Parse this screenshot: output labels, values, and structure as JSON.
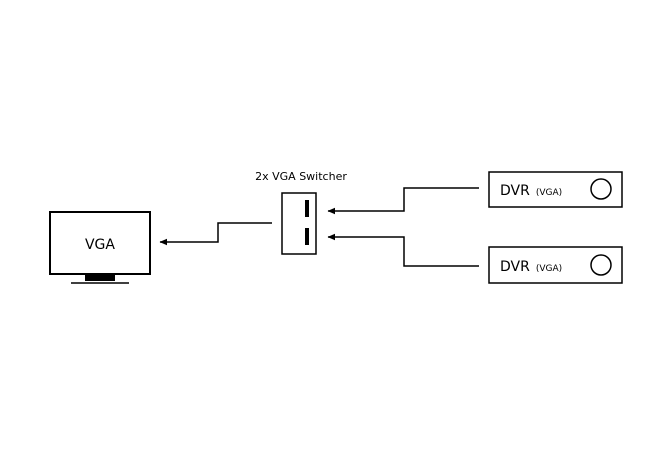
{
  "diagram": {
    "monitor": {
      "label": "VGA"
    },
    "switcher": {
      "title": "2x VGA Switcher"
    },
    "dvr_1": {
      "label": "DVR",
      "sublabel": "(VGA)"
    },
    "dvr_2": {
      "label": "DVR",
      "sublabel": "(VGA)"
    }
  },
  "colors": {
    "stroke": "#000000",
    "background": "#ffffff"
  }
}
